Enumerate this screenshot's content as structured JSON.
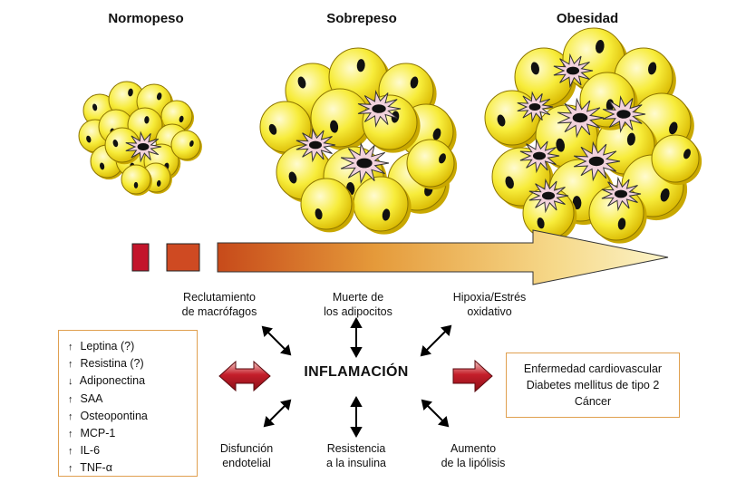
{
  "stages": [
    {
      "id": "normopeso",
      "title": "Normopeso"
    },
    {
      "id": "sobrepeso",
      "title": "Sobrepeso"
    },
    {
      "id": "obesidad",
      "title": "Obesidad"
    }
  ],
  "causes": [
    "Reclutamiento\nde macrófagos",
    "Muerte de\nlos adipocitos",
    "Hipoxia/Estrés\noxidativo"
  ],
  "center": "INFLAMACIÓN",
  "effects": [
    "Disfunción\nendotelial",
    "Resistencia\na la insulina",
    "Aumento\nde la lipólisis"
  ],
  "adipokines": [
    {
      "arrow": "↑",
      "name": "Leptina (?)"
    },
    {
      "arrow": "↑",
      "name": "Resistina (?)"
    },
    {
      "arrow": "↓",
      "name": "Adiponectina"
    },
    {
      "arrow": "↑",
      "name": "SAA"
    },
    {
      "arrow": "↑",
      "name": "Osteopontina"
    },
    {
      "arrow": "↑",
      "name": "MCP-1"
    },
    {
      "arrow": "↑",
      "name": "IL-6"
    },
    {
      "arrow": "↑",
      "name": "TNF-α"
    }
  ],
  "diseases": [
    "Enfermedad cardiovascular",
    "Diabetes mellitus de tipo 2",
    "Cáncer"
  ],
  "colors": {
    "cell_fill": "#f7ec3a",
    "cell_edge": "#b49a00",
    "nucleus": "#111111",
    "macrophage": "#f2d2dc",
    "gradient_start": "#c0152a",
    "gradient_end": "#fbf0b8",
    "red_arrow": "#b01822",
    "box_border": "#e0a050"
  }
}
